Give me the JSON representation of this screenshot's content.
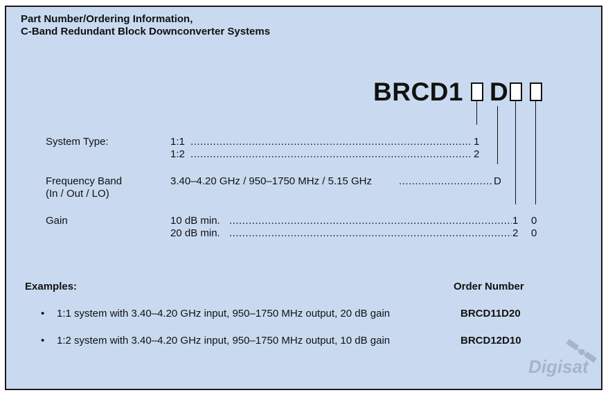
{
  "title": {
    "line1": "Part Number/Ordering Information,",
    "line2": "C-Band Redundant Block Downconverter Systems"
  },
  "part_code": {
    "prefix": "BRCD1",
    "fixed_letter": "D"
  },
  "system_type": {
    "label": "System Type:",
    "options": [
      {
        "text": "1:1",
        "code": "1"
      },
      {
        "text": "1:2",
        "code": "2"
      }
    ]
  },
  "frequency_band": {
    "label_line1": "Frequency Band",
    "label_line2": "(In / Out / LO)",
    "option": {
      "text": "3.40–4.20 GHz / 950–1750 MHz / 5.15 GHz",
      "code": "D"
    }
  },
  "gain": {
    "label": "Gain",
    "options": [
      {
        "text": "10 dB min.",
        "code1": "1",
        "code2": "0"
      },
      {
        "text": "20 dB min.",
        "code1": "2",
        "code2": "0"
      }
    ]
  },
  "examples": {
    "heading": "Examples:",
    "order_heading": "Order Number",
    "items": [
      {
        "bullet": "•",
        "text": "1:1 system with 3.40–4.20 GHz input, 950–1750 MHz output, 20 dB gain",
        "order": "BRCD11D20"
      },
      {
        "bullet": "•",
        "text": "1:2 system with 3.40–4.20 GHz input, 950–1750 MHz output, 10 dB gain",
        "order": "BRCD12D10"
      }
    ]
  },
  "watermark": {
    "text": "Digisat",
    "icon": "satellite-icon"
  },
  "colors": {
    "panel": "#c9daf0",
    "border": "#1a1a1a",
    "watermark": "#a7b3c7"
  }
}
